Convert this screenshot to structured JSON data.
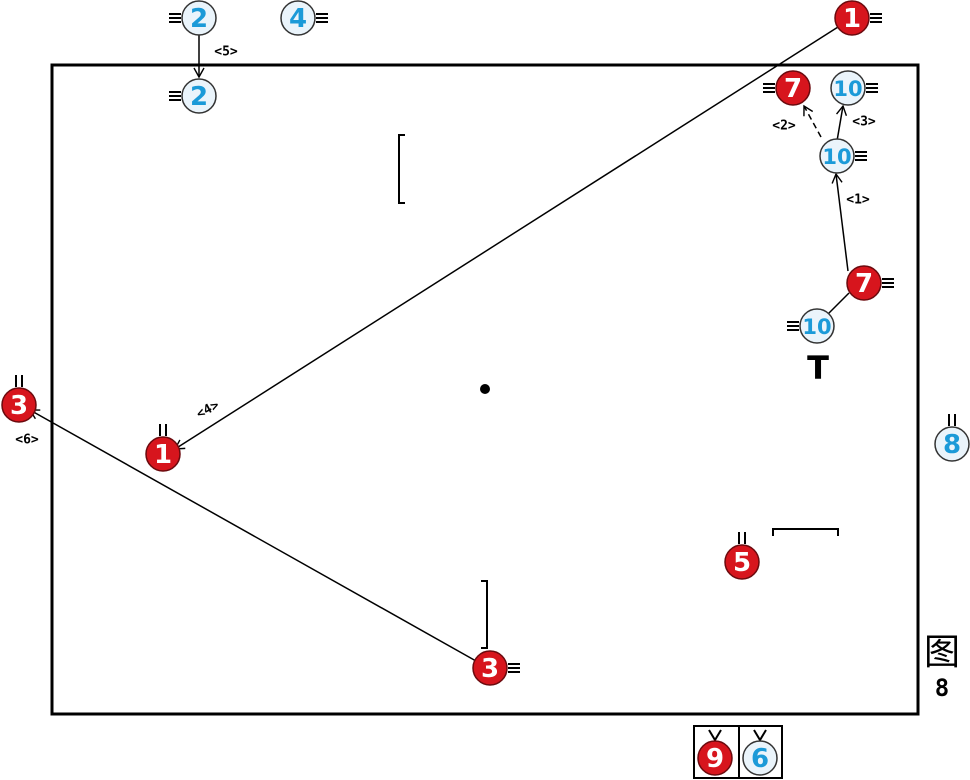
{
  "figure": {
    "caption_char": "图",
    "caption_number": "8"
  },
  "colors": {
    "team_red": "#d7151d",
    "team_blue_text": "#1b9ad8",
    "blue_fill": "#eaf4fb",
    "line": "#000000"
  },
  "players": [
    {
      "id": "p-blue-2-top",
      "label": "2",
      "team": "blue"
    },
    {
      "id": "p-blue-4-top",
      "label": "4",
      "team": "blue"
    },
    {
      "id": "p-blue-2-mid",
      "label": "2",
      "team": "blue"
    },
    {
      "id": "p-red-1-corner",
      "label": "1",
      "team": "red"
    },
    {
      "id": "p-red-7-top",
      "label": "7",
      "team": "red"
    },
    {
      "id": "p-blue-10-top",
      "label": "10",
      "team": "blue"
    },
    {
      "id": "p-blue-10-mid",
      "label": "10",
      "team": "blue"
    },
    {
      "id": "p-red-7-mid",
      "label": "7",
      "team": "red"
    },
    {
      "id": "p-blue-10-low",
      "label": "10",
      "team": "blue"
    },
    {
      "id": "p-red-3-left",
      "label": "3",
      "team": "red"
    },
    {
      "id": "p-red-1-left",
      "label": "1",
      "team": "red"
    },
    {
      "id": "p-blue-8-right",
      "label": "8",
      "team": "blue"
    },
    {
      "id": "p-red-5",
      "label": "5",
      "team": "red"
    },
    {
      "id": "p-red-3-bottom",
      "label": "3",
      "team": "red"
    },
    {
      "id": "p-red-9-bench",
      "label": "9",
      "team": "red"
    },
    {
      "id": "p-blue-6-bench",
      "label": "6",
      "team": "blue"
    }
  ],
  "steps": [
    {
      "id": "step-1",
      "label": "<1>"
    },
    {
      "id": "step-2",
      "label": "<2>"
    },
    {
      "id": "step-3",
      "label": "<3>"
    },
    {
      "id": "step-4",
      "label": "<4>"
    },
    {
      "id": "step-5",
      "label": "<5>"
    },
    {
      "id": "step-6",
      "label": "<6>"
    }
  ],
  "markers": {
    "t_marker": "T"
  }
}
